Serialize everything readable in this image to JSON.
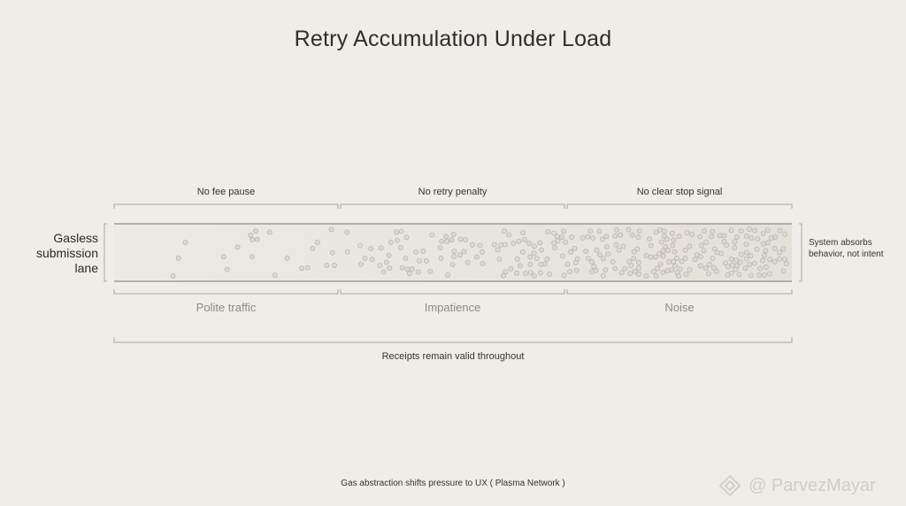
{
  "title": "Retry Accumulation Under Load",
  "lane_label": "Gasless submission lane",
  "phases": [
    {
      "top_label": "No fee pause",
      "label": "Polite traffic"
    },
    {
      "top_label": "No retry penalty",
      "label": "Impatience"
    },
    {
      "top_label": "No clear stop signal",
      "label": "Noise"
    }
  ],
  "right_note": "System absorbs behavior, not intent",
  "bottom_note": "Receipts remain valid throughout",
  "footer": "Gas abstraction shifts pressure to UX ( Plasma Network )",
  "watermark": {
    "text": "@ ParvezMayar",
    "icon": "binance-diamond-icon"
  },
  "colors": {
    "background": "#efede8",
    "lane_fill": "#e9e6df",
    "lane_edge": "#9a9893",
    "dot_fill": "#dcd9d2",
    "dot_stroke": "#aeaba5"
  }
}
